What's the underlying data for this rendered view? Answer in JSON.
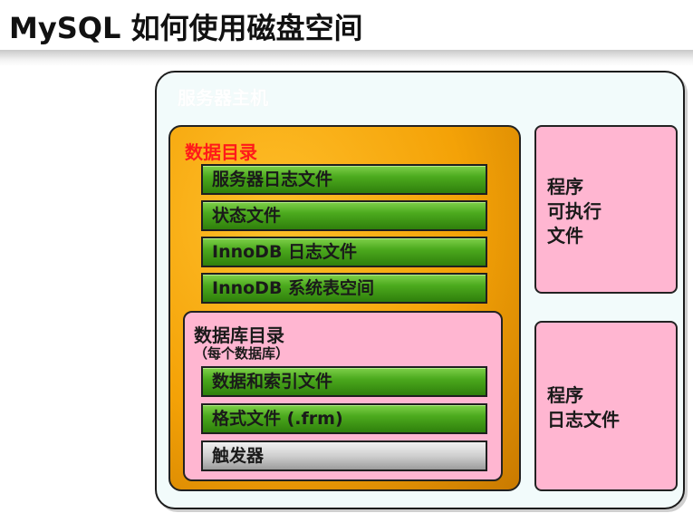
{
  "header": {
    "title": "MySQL 如何使用磁盘空间"
  },
  "diagram": {
    "server_label": "服务器主机",
    "data_directory": {
      "label": "数据目录",
      "files": [
        "服务器日志文件",
        "状态文件",
        "InnoDB 日志文件",
        "InnoDB 系统表空间"
      ],
      "database_directory": {
        "label": "数据库目录",
        "sublabel": "（每个数据库）",
        "files": [
          "数据和索引文件",
          "格式文件 (.frm)",
          "触发器"
        ]
      }
    },
    "program_executables": [
      "程序",
      "可执行",
      "文件"
    ],
    "program_logs": [
      "程序",
      "日志文件"
    ]
  },
  "colors": {
    "server_box": "#f2fbfb",
    "data_directory": "#f4a207",
    "data_directory_label": "#ff1a1a",
    "pink_box": "#ffb6d1",
    "green_bar": "#4caa1e",
    "gray_bar": "#cfcfcf"
  }
}
